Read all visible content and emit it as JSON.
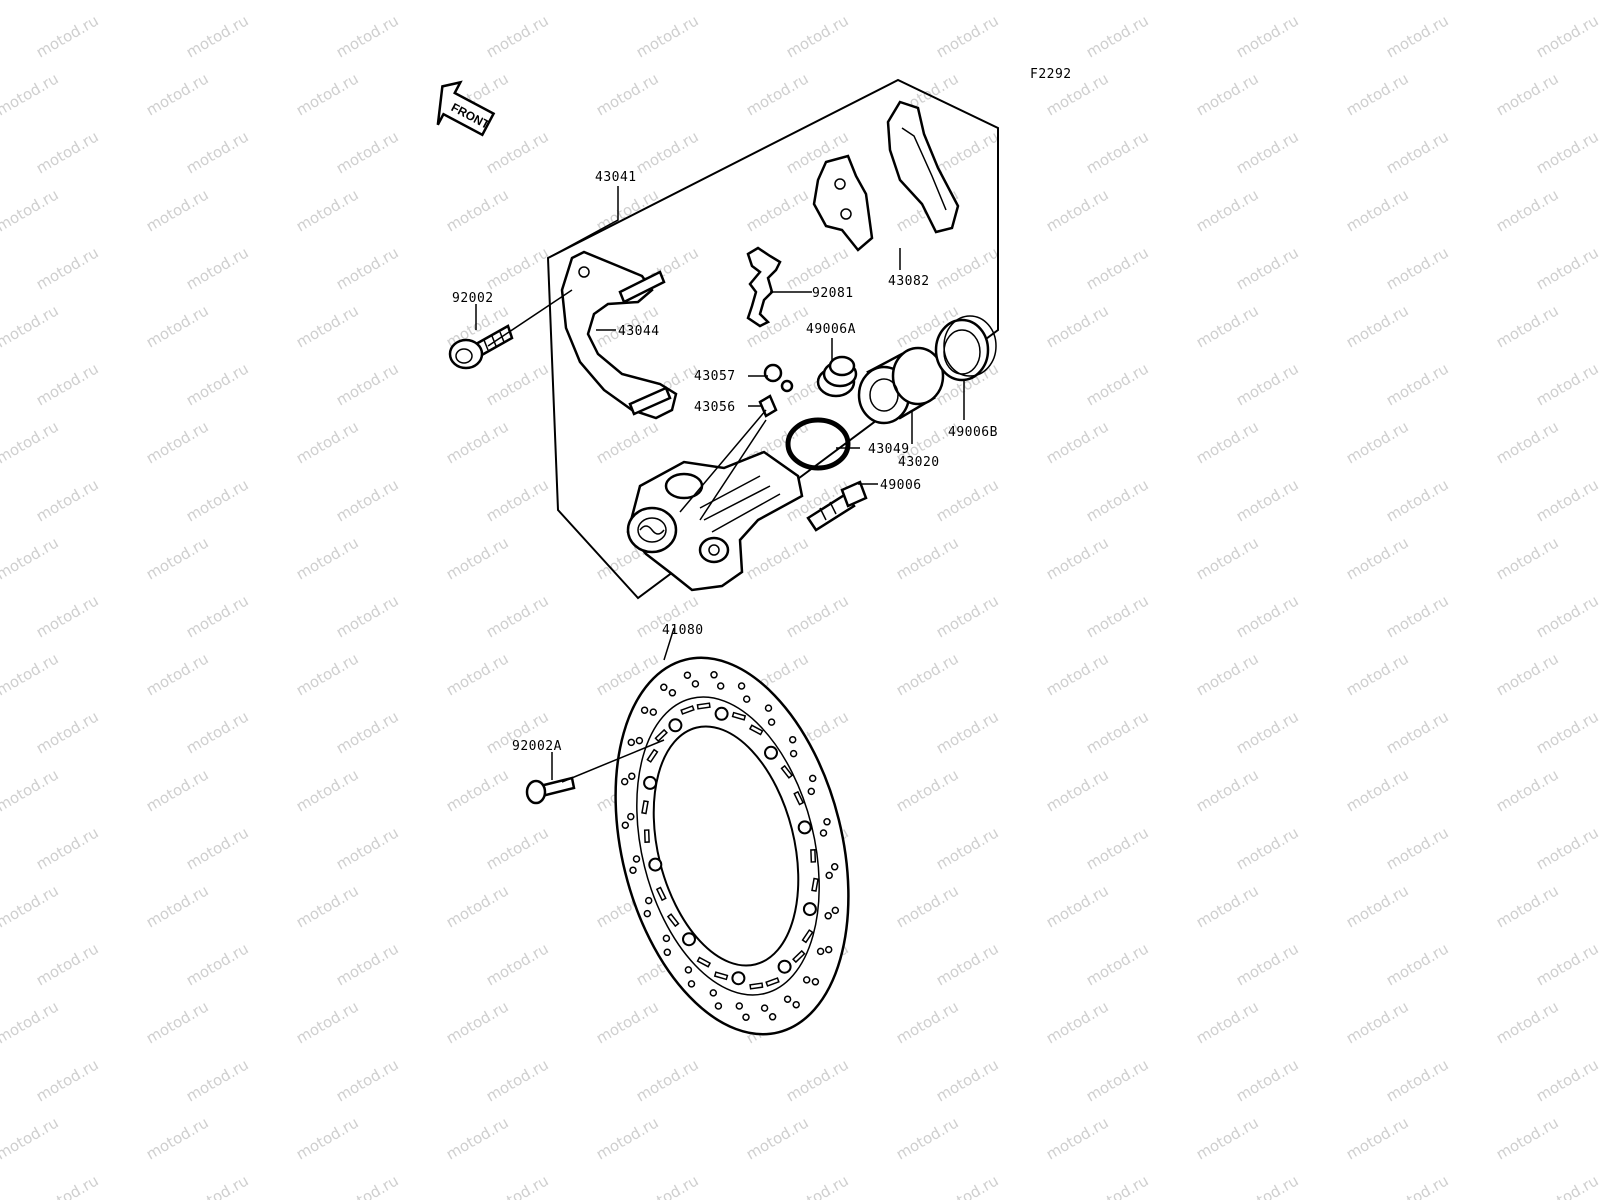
{
  "figure_code": "F2292",
  "front_arrow_label": "FRONT",
  "watermark_text": "motod.ru",
  "parts": {
    "p43041": "43041",
    "p43082": "43082",
    "p92002": "92002",
    "p92081": "92081",
    "p43044": "43044",
    "p49006A": "49006A",
    "p43057": "43057",
    "p43056": "43056",
    "p43049": "43049",
    "p43020": "43020",
    "p49006B": "49006B",
    "p49006": "49006",
    "p41080": "41080",
    "p92002A": "92002A"
  }
}
